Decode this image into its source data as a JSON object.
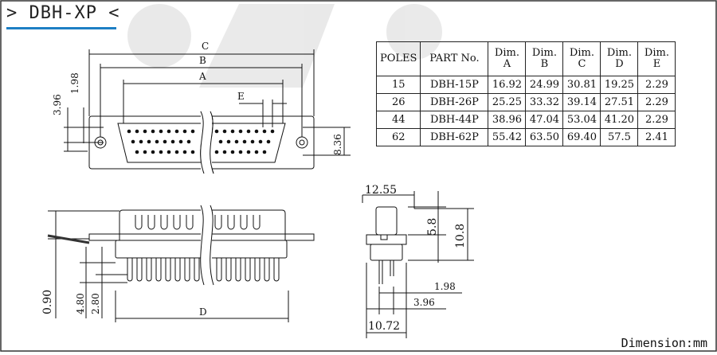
{
  "title": {
    "prefix": ">",
    "text": "DBH-XP",
    "suffix": "<"
  },
  "units_label": "Dimension:mm",
  "table": {
    "headers": [
      "POLES",
      "PART No.",
      "Dim.\nA",
      "Dim.\nB",
      "Dim.\nC",
      "Dim.\nD",
      "Dim.\nE"
    ],
    "rows": [
      [
        "15",
        "DBH-15P",
        "16.92",
        "24.99",
        "30.81",
        "19.25",
        "2.29"
      ],
      [
        "26",
        "DBH-26P",
        "25.25",
        "33.32",
        "39.14",
        "27.51",
        "2.29"
      ],
      [
        "44",
        "DBH-44P",
        "38.96",
        "47.04",
        "53.04",
        "41.20",
        "2.29"
      ],
      [
        "62",
        "DBH-62P",
        "55.42",
        "63.50",
        "69.40",
        "57.5",
        "2.41"
      ]
    ]
  },
  "front_view": {
    "dim_C": "C",
    "dim_B": "B",
    "dim_A": "A",
    "dim_E": "E",
    "h1": "3.96",
    "h2": "1.98",
    "h3": "8.36"
  },
  "side_view": {
    "dim_D": "D",
    "v1": "0.90",
    "v2": "4.80",
    "v3": "2.80"
  },
  "end_view": {
    "w_top": "12.55",
    "h1": "5.8",
    "h2": "10.8",
    "d1": "1.98",
    "d2": "3.96",
    "w_bottom": "10.72"
  }
}
